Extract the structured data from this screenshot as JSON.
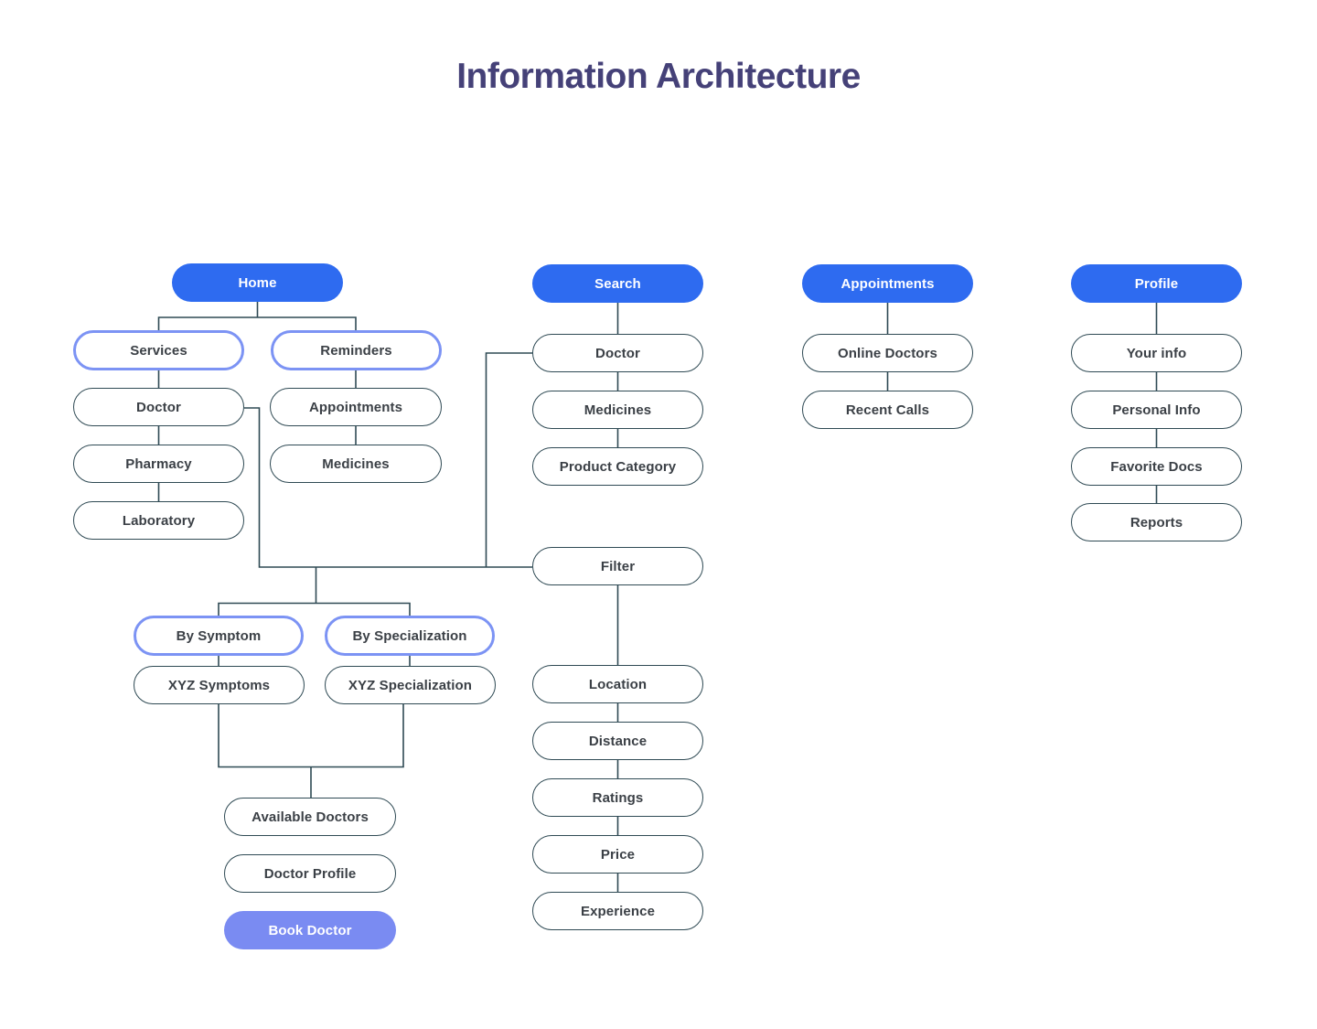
{
  "title": "Information Architecture",
  "palette": {
    "primary_blue": "#2E6BF0",
    "periwinkle_fill": "#7A8BF2",
    "accent_outline": "#7C93F4",
    "line_color": "#2F4A54",
    "label_color": "#3B4046",
    "title_color": "#454178",
    "background": "#FFFFFF"
  },
  "nodes": {
    "home": {
      "label": "Home"
    },
    "services": {
      "label": "Services"
    },
    "reminders": {
      "label": "Reminders"
    },
    "doctor_home": {
      "label": "Doctor"
    },
    "pharmacy": {
      "label": "Pharmacy"
    },
    "laboratory": {
      "label": "Laboratory"
    },
    "appointments_home": {
      "label": "Appointments"
    },
    "medicines_home": {
      "label": "Medicines"
    },
    "search": {
      "label": "Search"
    },
    "doctor_search": {
      "label": "Doctor"
    },
    "medicines_search": {
      "label": "Medicines"
    },
    "product_category": {
      "label": "Product Category"
    },
    "filter": {
      "label": "Filter"
    },
    "location": {
      "label": "Location"
    },
    "distance": {
      "label": "Distance"
    },
    "ratings": {
      "label": "Ratings"
    },
    "price": {
      "label": "Price"
    },
    "experience": {
      "label": "Experience"
    },
    "appointments": {
      "label": "Appointments"
    },
    "online_doctors": {
      "label": "Online Doctors"
    },
    "recent_calls": {
      "label": "Recent Calls"
    },
    "profile": {
      "label": "Profile"
    },
    "your_info": {
      "label": "Your info"
    },
    "personal_info": {
      "label": "Personal Info"
    },
    "favorite_docs": {
      "label": "Favorite Docs"
    },
    "reports": {
      "label": "Reports"
    },
    "by_symptom": {
      "label": "By Symptom"
    },
    "by_specialization": {
      "label": "By Specialization"
    },
    "xyz_symptoms": {
      "label": "XYZ Symptoms"
    },
    "xyz_specialization": {
      "label": "XYZ Specialization"
    },
    "available_doctors": {
      "label": "Available Doctors"
    },
    "doctor_profile": {
      "label": "Doctor Profile"
    },
    "book_doctor": {
      "label": "Book Doctor"
    }
  }
}
